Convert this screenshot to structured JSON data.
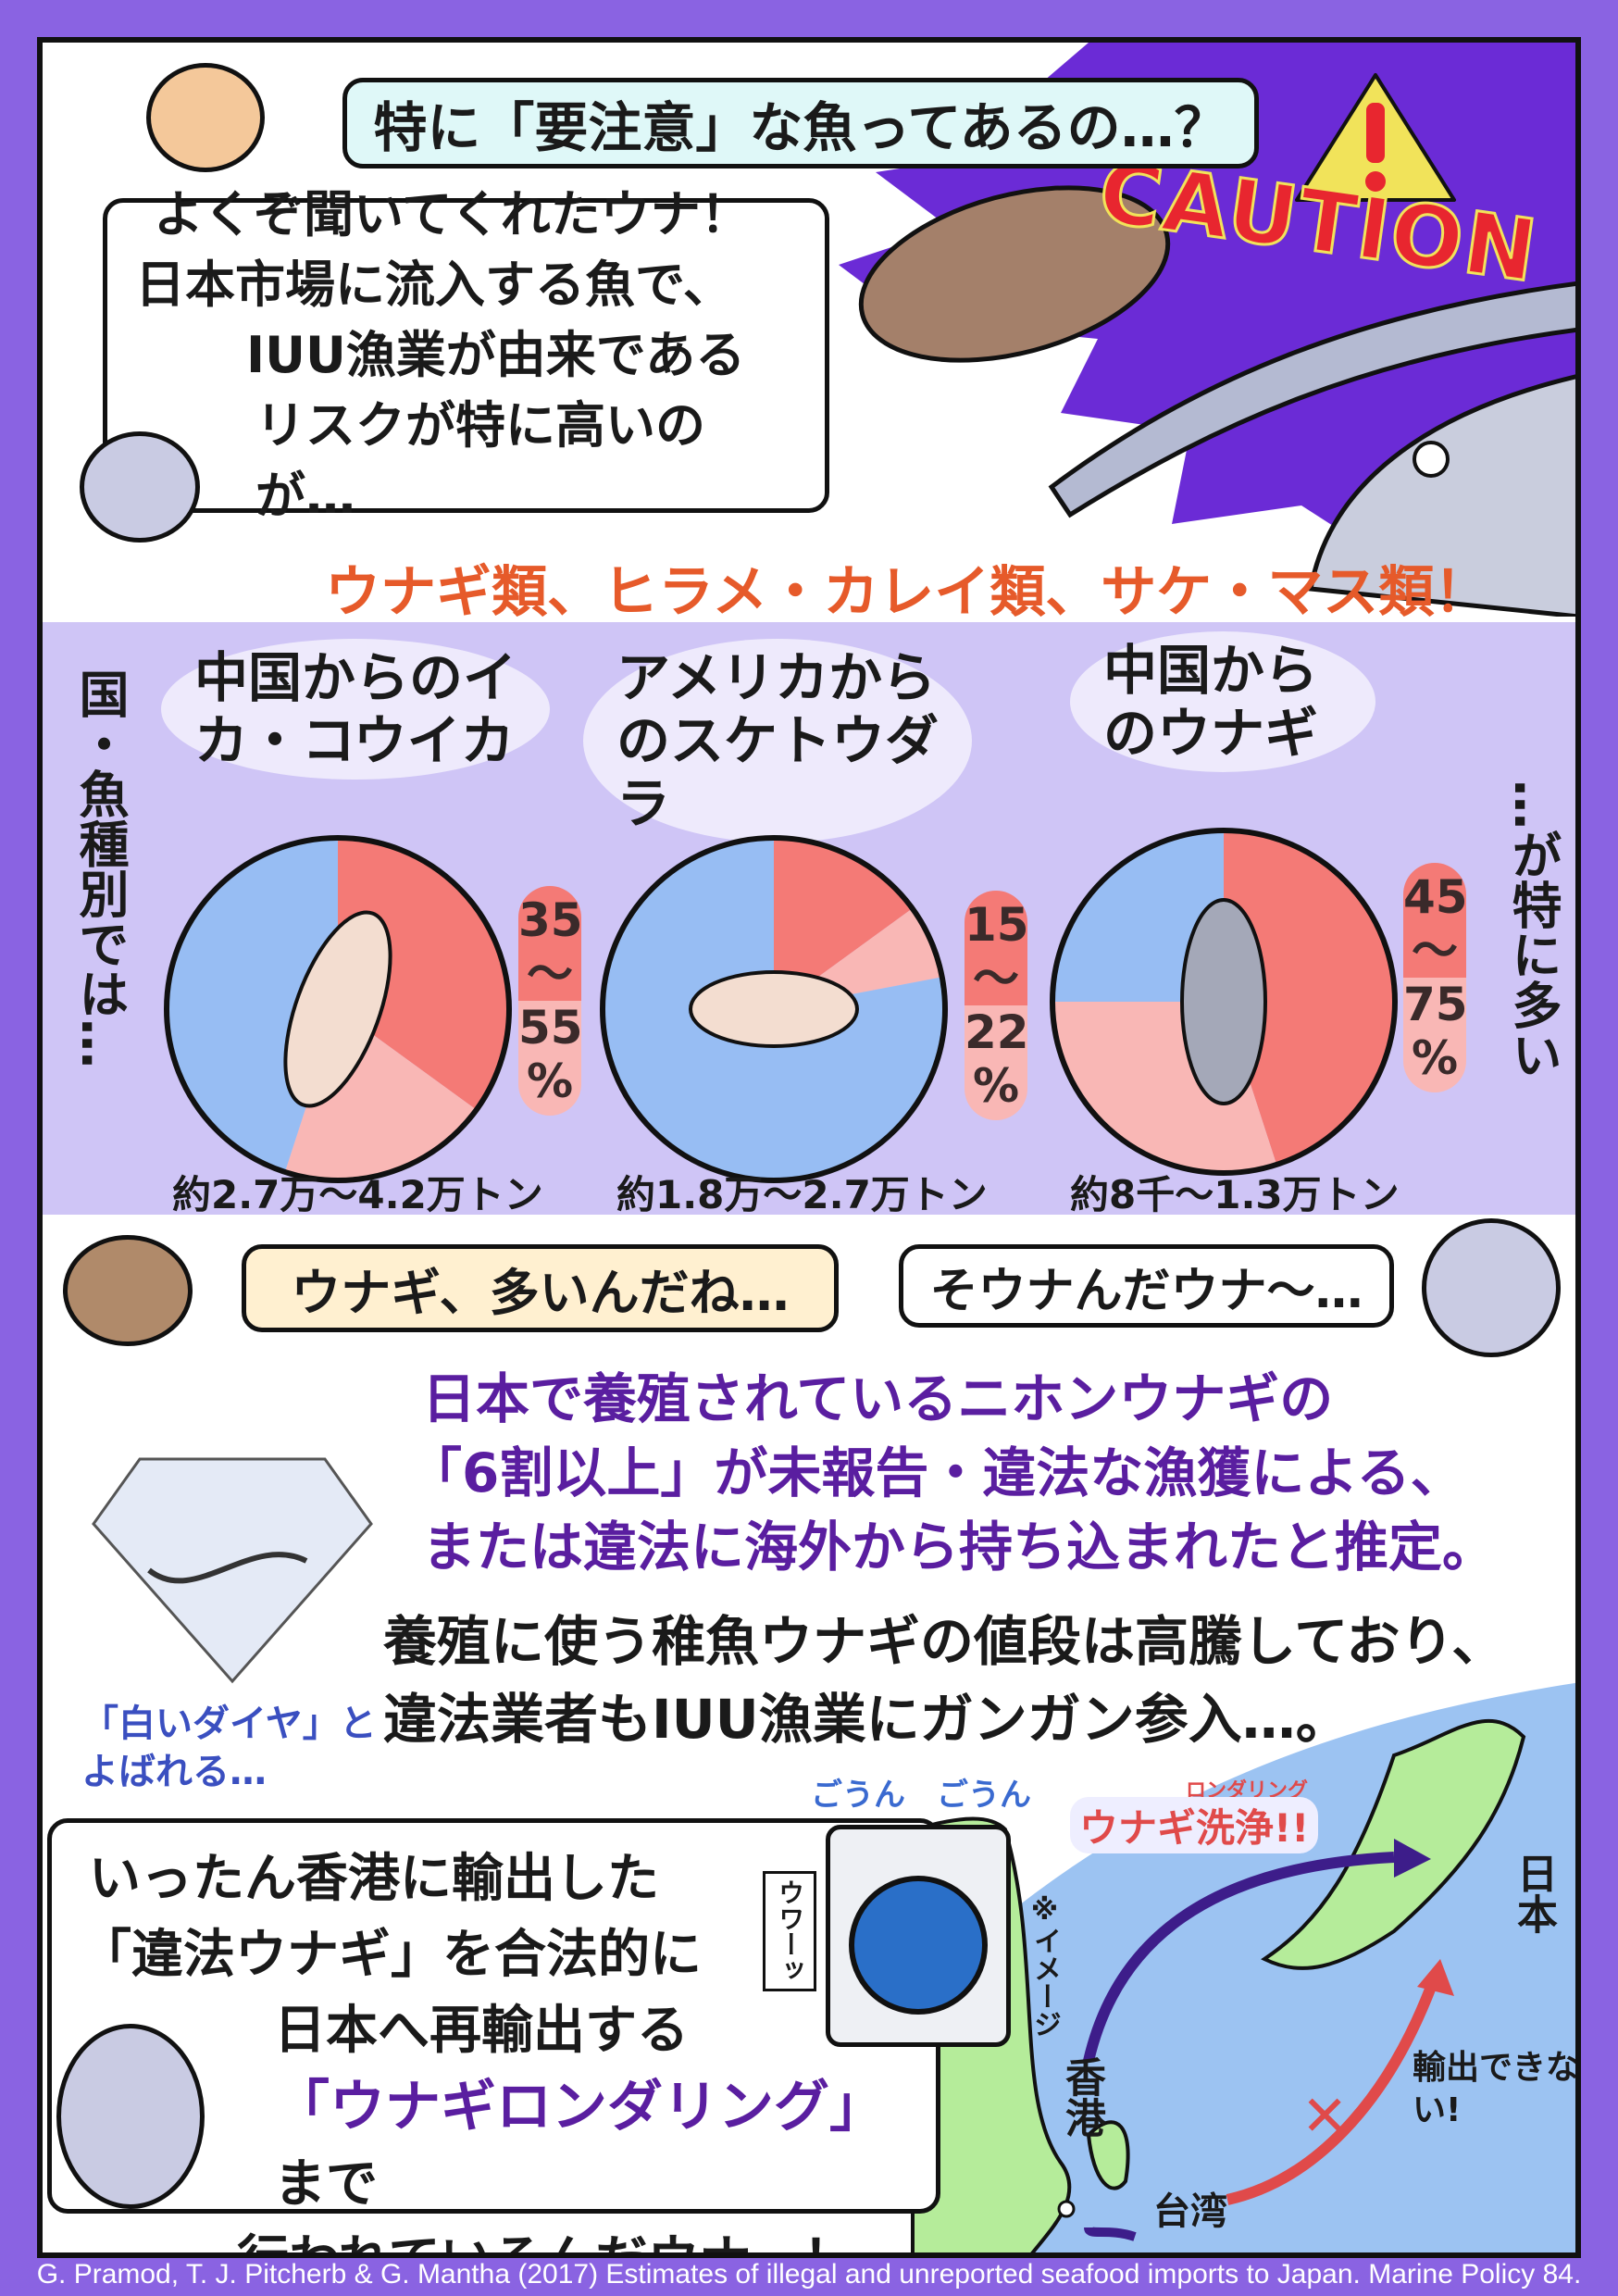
{
  "top": {
    "cat_question": "特に「要注意」な魚ってあるの…？",
    "rabbit_answer": [
      "よくぞ聞いてくれたウナ！",
      "日本市場に流入する魚で、",
      "IUU漁業が由来である",
      "リスクが特に高いのが…"
    ],
    "caution_label": "CAUTION",
    "highlight": "ウナギ類、ヒラメ・カレイ類、サケ・マス類！"
  },
  "breakdown": {
    "side_label": "国・魚種別では…",
    "side_label_right": "…が特に多い"
  },
  "chart_data": [
    {
      "type": "pie",
      "title": "中国からのイカ・コウイカ",
      "range_label": [
        "35",
        "〜",
        "55",
        "%"
      ],
      "tonnage": "約2.7万〜4.2万トン",
      "slices": [
        {
          "value": 35,
          "color": "#f47a76"
        },
        {
          "value": 20,
          "color": "#f9b7b5"
        },
        {
          "value": 45,
          "color": "#97bdf3"
        }
      ],
      "icon": "squid-icon"
    },
    {
      "type": "pie",
      "title": "アメリカからのスケトウダラ",
      "range_label": [
        "15",
        "〜",
        "22",
        "%"
      ],
      "tonnage": "約1.8万〜2.7万トン",
      "slices": [
        {
          "value": 15,
          "color": "#f47a76"
        },
        {
          "value": 7,
          "color": "#f9b7b5"
        },
        {
          "value": 78,
          "color": "#97bdf3"
        }
      ],
      "icon": "pollock-icon"
    },
    {
      "type": "pie",
      "title": "中国からのウナギ",
      "range_label": [
        "45",
        "〜",
        "75",
        "%"
      ],
      "tonnage": "約8千〜1.3万トン",
      "slices": [
        {
          "value": 45,
          "color": "#f47a76"
        },
        {
          "value": 30,
          "color": "#f9b7b5"
        },
        {
          "value": 25,
          "color": "#97bdf3"
        }
      ],
      "icon": "eel-icon"
    }
  ],
  "dialog": {
    "hamster": "ウナギ、多いんだね…",
    "rabbit": "そウナんだウナ〜…"
  },
  "eel_facts": {
    "purple_lines": [
      "日本で養殖されているニホンウナギの",
      "「6割以上」が未報告・違法な漁獲による、",
      "または違法に海外から持ち込まれたと推定。"
    ],
    "black_lines": [
      "養殖に使う稚魚ウナギの値段は高騰しており、",
      "違法業者もIUU漁業にガンガン参入…。"
    ],
    "diamond_caption": [
      "「白いダイヤ」と",
      "よばれる…"
    ]
  },
  "laundering": {
    "lines": [
      "いったん香港に輸出した",
      "「違法ウナギ」を合法的に",
      "日本へ再輸出する"
    ],
    "emphasis": "「ウナギロンダリング」",
    "emphasis_suffix": "まで",
    "last_line": "行われているんだウナ…！",
    "machine_sound": "ごうん　ごうん",
    "machine_voice": "ウワーッ",
    "wash_ruby": "ロンダリング",
    "wash_label": "ウナギ洗浄!!",
    "image_note": "※イメージ",
    "japan": "日本",
    "hongkong": "香港",
    "taiwan": "台湾",
    "cannot_export": "輸出できない!",
    "colors": {
      "sea": "#9cc3f2",
      "land": "#b5ec9a",
      "arrow_purple": "#3d1d8a",
      "arrow_red": "#e04a4a"
    }
  },
  "citation": "G. Pramod, T. J. Pitcherb & G. Mantha (2017) Estimates of illegal and unreported seafood imports to Japan. Marine Policy 84.",
  "colors": {
    "background": "#8a63e2",
    "lavender": "#cfc5f6",
    "purple_text": "#5a1ea0",
    "orange_text": "#e65a2a"
  }
}
